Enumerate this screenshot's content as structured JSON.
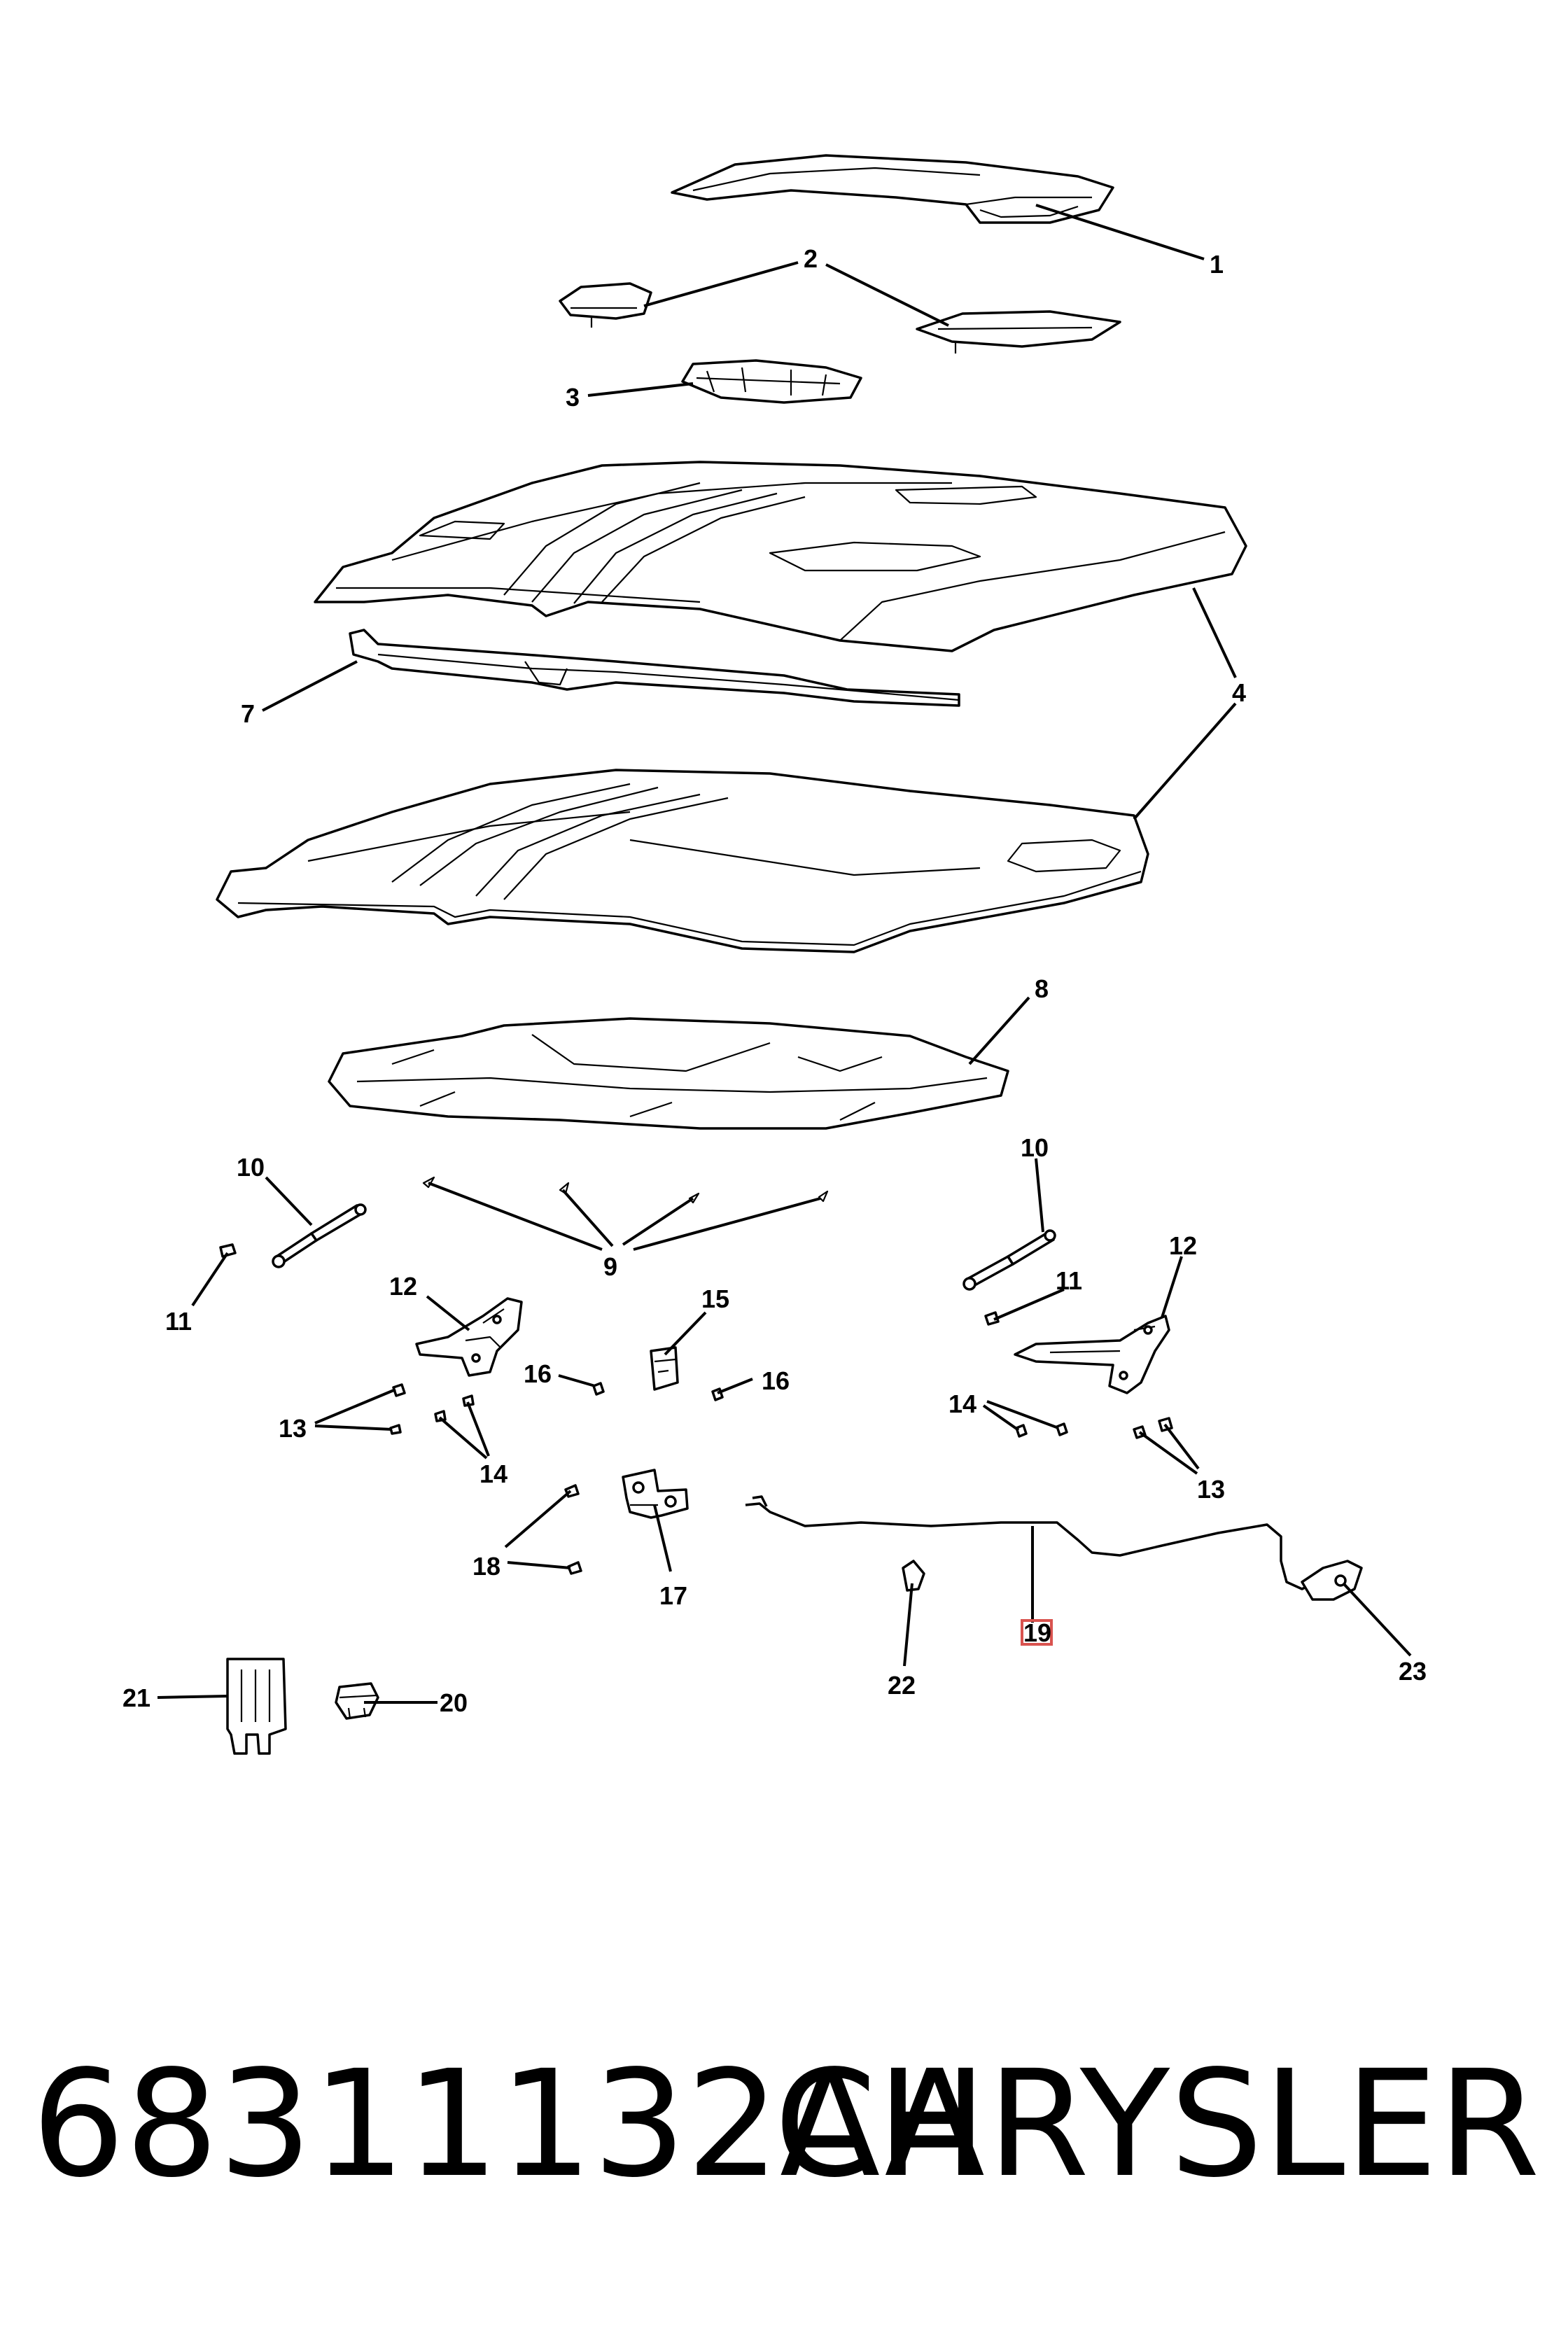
{
  "diagram": {
    "callouts": [
      {
        "id": "c1",
        "label": "1"
      },
      {
        "id": "c2",
        "label": "2"
      },
      {
        "id": "c3",
        "label": "3"
      },
      {
        "id": "c4",
        "label": "4"
      },
      {
        "id": "c7",
        "label": "7"
      },
      {
        "id": "c8",
        "label": "8"
      },
      {
        "id": "c9",
        "label": "9"
      },
      {
        "id": "c10a",
        "label": "10"
      },
      {
        "id": "c10b",
        "label": "10"
      },
      {
        "id": "c11a",
        "label": "11"
      },
      {
        "id": "c11b",
        "label": "11"
      },
      {
        "id": "c12a",
        "label": "12"
      },
      {
        "id": "c12b",
        "label": "12"
      },
      {
        "id": "c13a",
        "label": "13"
      },
      {
        "id": "c13b",
        "label": "13"
      },
      {
        "id": "c14a",
        "label": "14"
      },
      {
        "id": "c14b",
        "label": "14"
      },
      {
        "id": "c15",
        "label": "15"
      },
      {
        "id": "c16a",
        "label": "16"
      },
      {
        "id": "c16b",
        "label": "16"
      },
      {
        "id": "c17",
        "label": "17"
      },
      {
        "id": "c18",
        "label": "18"
      },
      {
        "id": "c19",
        "label": "19",
        "highlighted": true
      },
      {
        "id": "c20",
        "label": "20"
      },
      {
        "id": "c21",
        "label": "21"
      },
      {
        "id": "c22",
        "label": "22"
      },
      {
        "id": "c23",
        "label": "23"
      }
    ],
    "highlight_color": "#d9534f"
  },
  "footer": {
    "part_number": "68311132AA",
    "brand": "CHRYSLER"
  }
}
